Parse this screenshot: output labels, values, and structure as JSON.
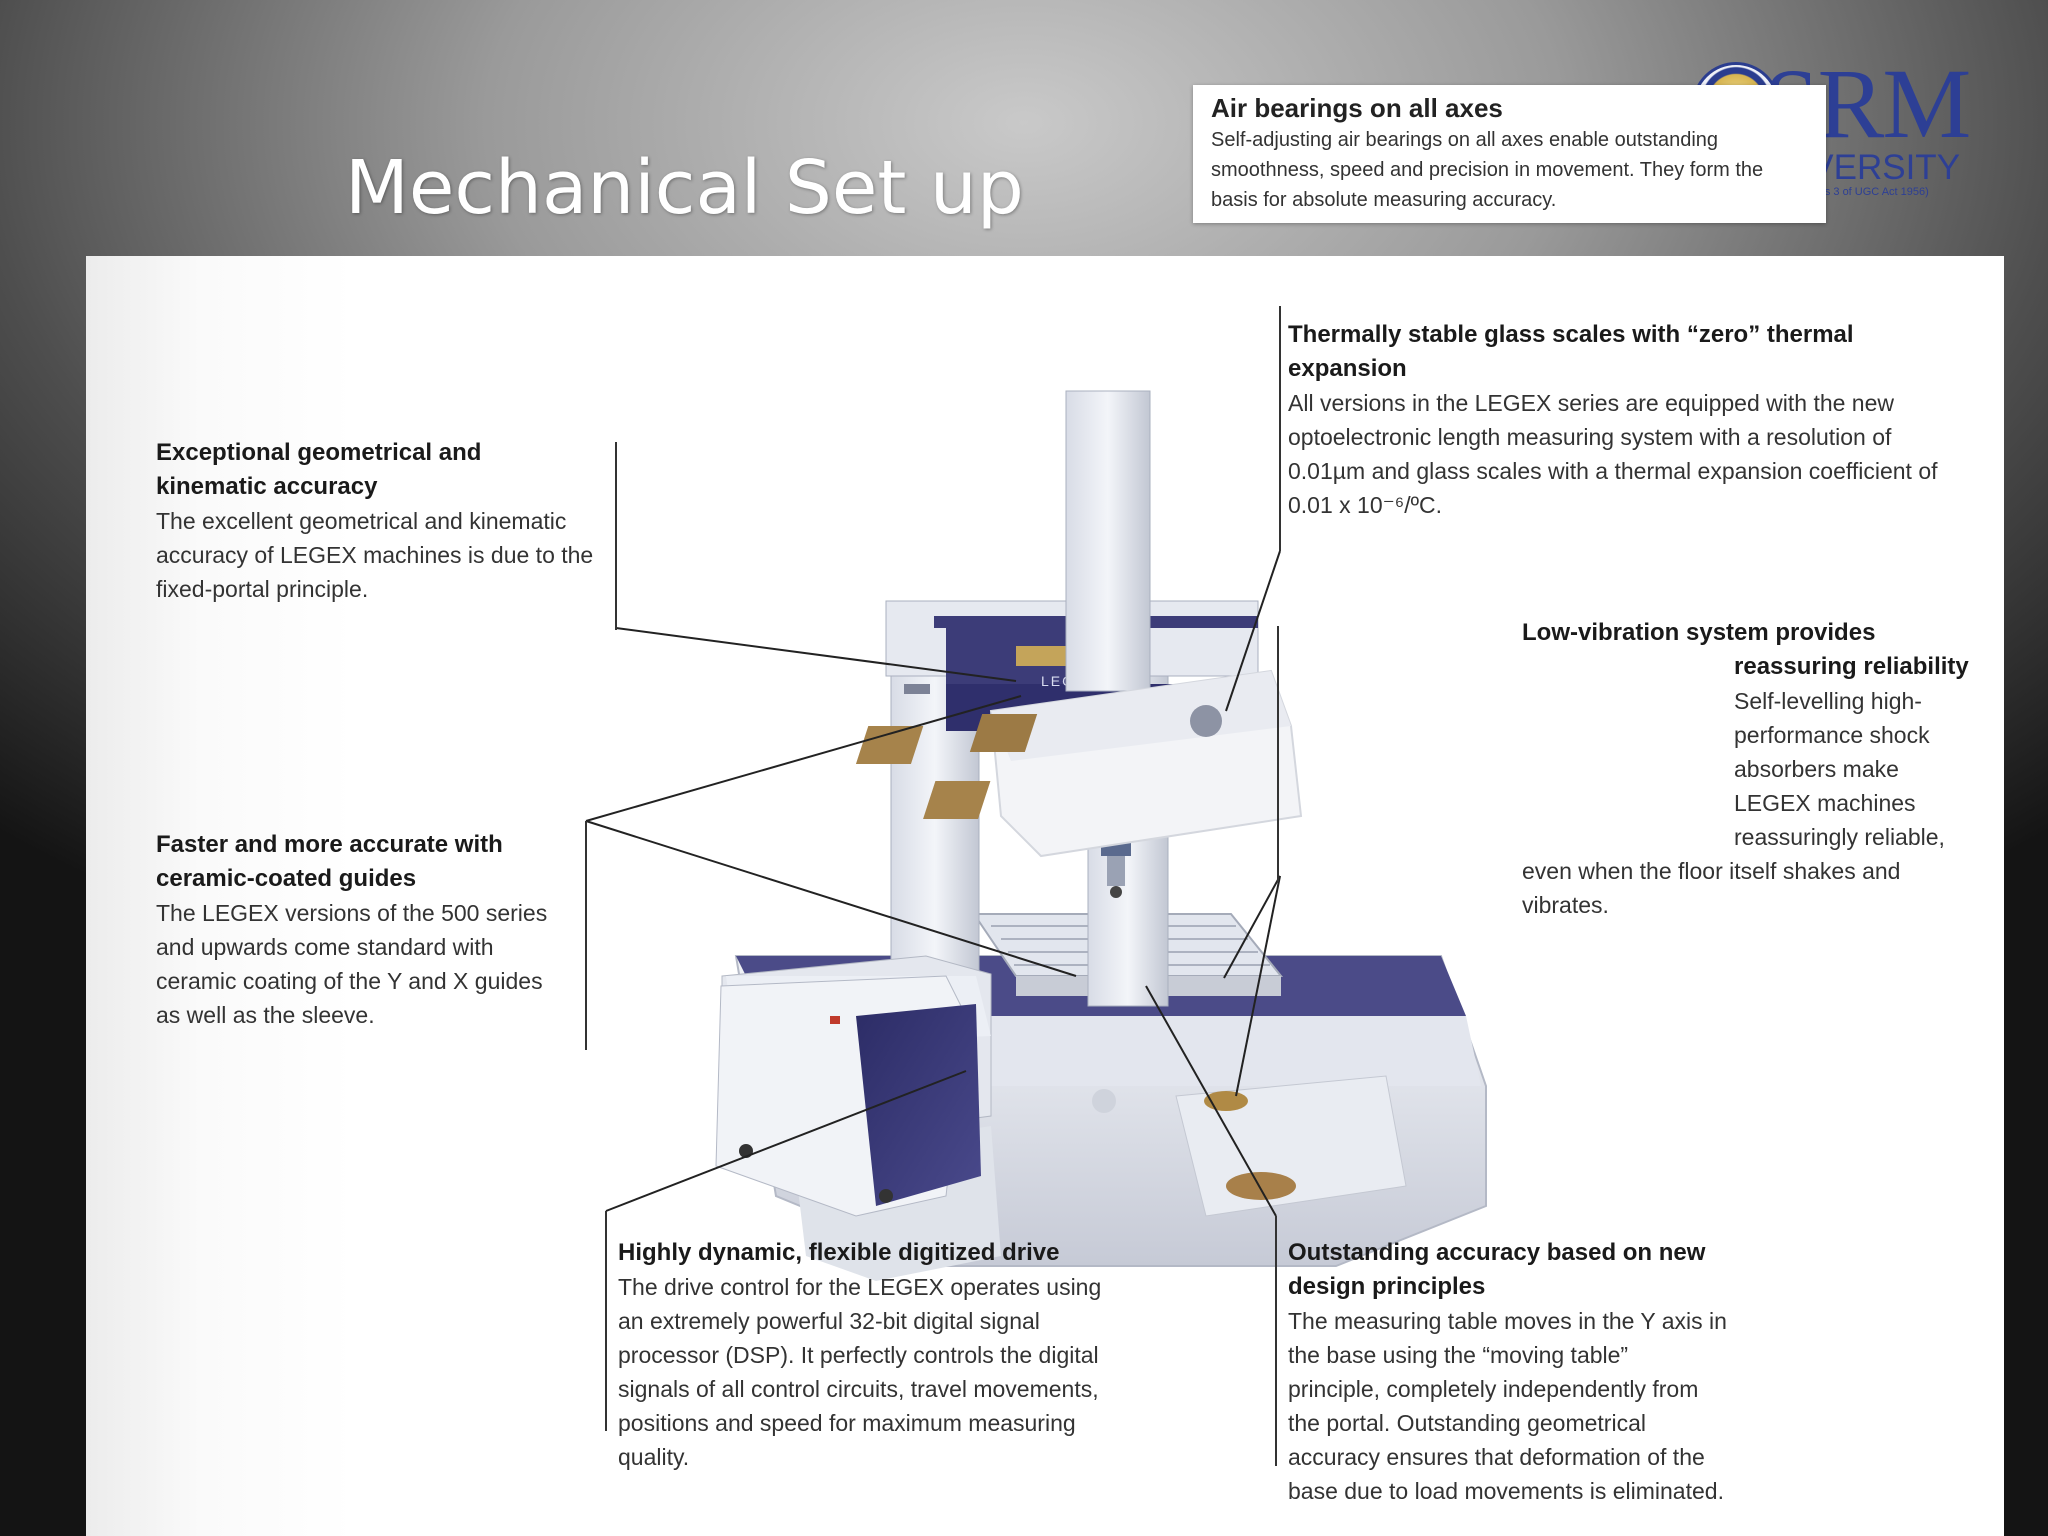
{
  "slide": {
    "title": "Mechanical Set up"
  },
  "logo": {
    "name": "SRM",
    "subtitle": "UNIVERSITY",
    "fine_print": "(u/s 3 of UGC Act 1956)"
  },
  "callout": {
    "heading": "Air bearings on all axes",
    "lines": [
      "Self-adjusting air bearings on all axes enable outstanding",
      "smoothness, speed and precision in movement.  They form the",
      "basis for absolute measuring accuracy."
    ]
  },
  "machine": {
    "badge": "LEGEX"
  },
  "features": {
    "geometric": {
      "heading": [
        "Exceptional geometrical and",
        "kinematic accuracy"
      ],
      "lines": [
        "The  excellent geometrical and kinematic",
        "accuracy of LEGEX machines is due to the",
        "fixed-portal principle."
      ]
    },
    "ceramic": {
      "heading": [
        "Faster and more accurate with",
        "ceramic-coated guides"
      ],
      "lines": [
        "The LEGEX versions of the 500 series",
        "and upwards come standard with",
        "ceramic coating of the Y and X guides",
        "as well as the sleeve."
      ]
    },
    "glass": {
      "heading": [
        "Thermally stable glass scales with “zero” thermal",
        "expansion"
      ],
      "lines": [
        "All versions in the LEGEX series are equipped with the new",
        "optoelectronic length measuring system with a resolution of",
        "0.01µm and glass scales with a thermal expansion coefficient of",
        "0.01 x 10⁻⁶/ºC."
      ]
    },
    "vibration": {
      "heading": [
        "Low-vibration system provides",
        "reassuring reliability"
      ],
      "lines": [
        "Self-levelling high-",
        "performance shock",
        "absorbers make",
        "LEGEX machines",
        "reassuringly reliable,",
        "even when the floor itself shakes and",
        "vibrates."
      ]
    },
    "drive": {
      "heading": "Highly dynamic, flexible digitized drive",
      "lines": [
        "The drive control for the LEGEX operates using",
        "an extremely powerful 32-bit digital signal",
        "processor (DSP).  It perfectly controls the digital",
        "signals of all control circuits, travel movements,",
        "positions and speed for maximum measuring",
        "quality."
      ]
    },
    "design": {
      "heading": [
        "Outstanding accuracy based on new",
        "design principles"
      ],
      "lines": [
        "The measuring table moves in the Y axis in",
        "the base using the “moving table”",
        "principle, completely independently from",
        "the portal.  Outstanding geometrical",
        "accuracy ensures that deformation of the",
        "base due to load movements is eliminated."
      ]
    }
  }
}
